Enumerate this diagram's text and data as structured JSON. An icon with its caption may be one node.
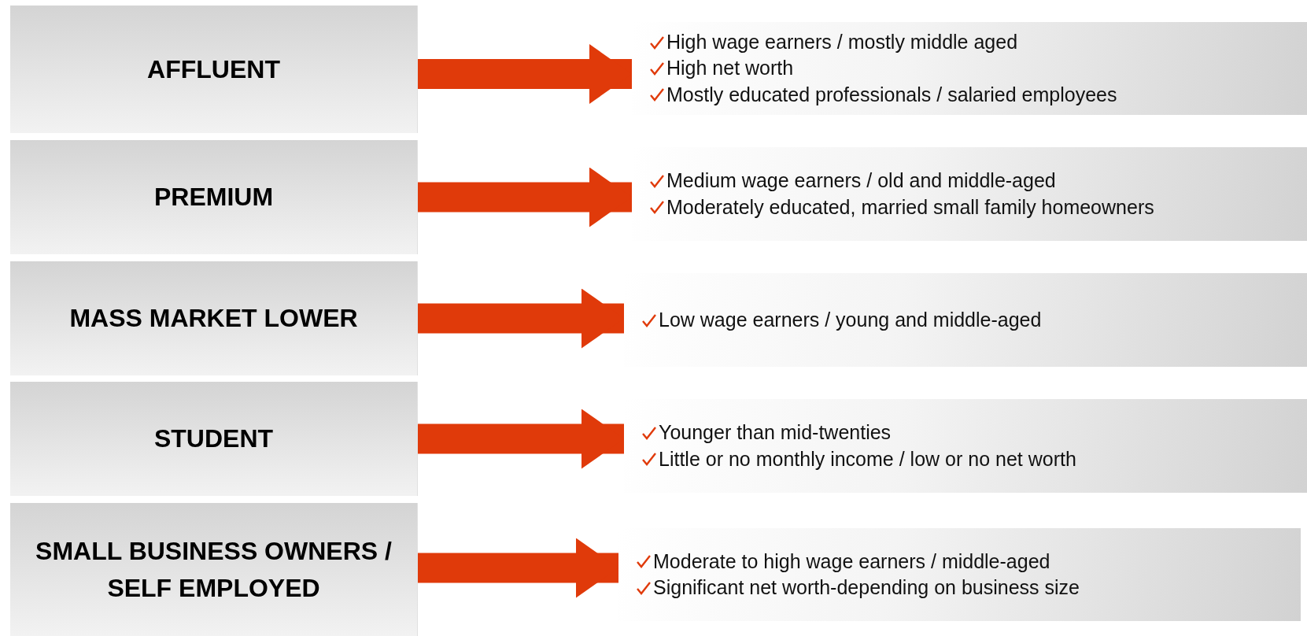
{
  "diagram": {
    "nodes": [
      {
        "text": [
          "AFFLUENT"
        ]
      },
      {
        "text": [
          "High wage earners / mostly middle aged",
          "High net worth",
          "Mostly educated professionals / salaried employees"
        ]
      },
      {
        "text": [
          "PREMIUM"
        ]
      },
      {
        "text": [
          "Medium wage earners / old and middle-aged",
          "Moderately educated, married small family homeowners"
        ]
      },
      {
        "text": [
          "MASS MARKET LOWER"
        ]
      },
      {
        "text": [
          "Low wage earners / young and middle-aged"
        ]
      },
      {
        "text": [
          "STUDENT"
        ]
      },
      {
        "text": [
          "Younger than mid-twenties",
          "Little or no monthly income / low or no net worth"
        ]
      },
      {
        "text": [
          "SMALL BUSINESS OWNERS / SELF EMPLOYED"
        ]
      },
      {
        "text": [
          "Moderate to high wage earners / middle-aged",
          "Significant net worth-depending on business size"
        ]
      }
    ],
    "edges": [
      {
        "from": 0,
        "to": 1,
        "arrow": "to"
      },
      {
        "from": 2,
        "to": 3,
        "arrow": "to"
      },
      {
        "from": 4,
        "to": 5,
        "arrow": "to"
      },
      {
        "from": 6,
        "to": 7,
        "arrow": "to"
      },
      {
        "from": 8,
        "to": 9,
        "arrow": "to"
      }
    ]
  }
}
